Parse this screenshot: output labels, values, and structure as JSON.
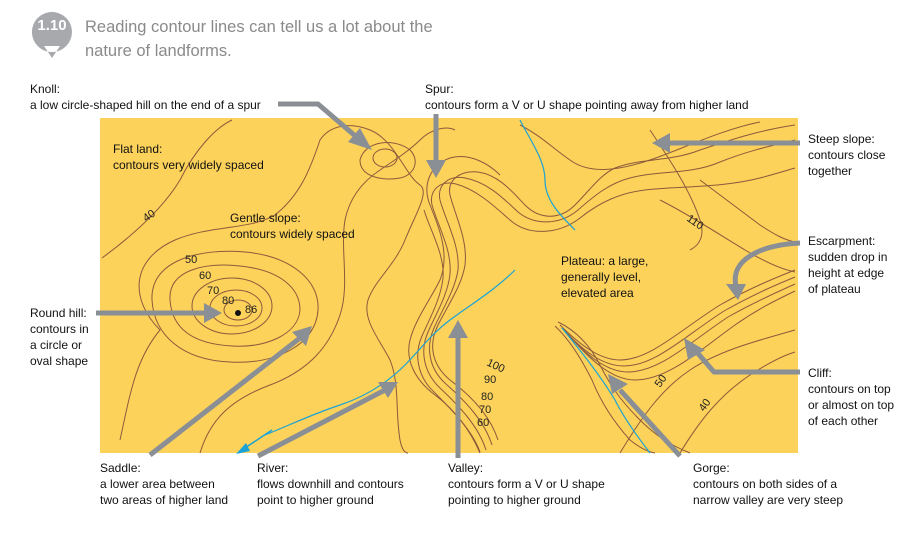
{
  "figure": {
    "number": "1.10",
    "caption_line1": "Reading contour lines can tell us a lot about the",
    "caption_line2": "nature of landforms."
  },
  "colors": {
    "map_fill": "#fcd25a",
    "contour": "#8c5a3c",
    "river": "#1aa3d6",
    "arrow": "#8a8f96",
    "badge": "#a7a9ac"
  },
  "contour_labels": [
    "40",
    "50",
    "60",
    "70",
    "80",
    "86",
    "110",
    "100",
    "90",
    "80",
    "70",
    "60",
    "50",
    "40"
  ],
  "labels": {
    "knoll": {
      "title": "Knoll:",
      "desc": "a low circle-shaped hill on the end of a spur"
    },
    "spur": {
      "title": "Spur:",
      "desc": "contours form a V or U shape pointing away from higher land"
    },
    "steep_slope": {
      "title": "Steep slope:",
      "line2": "contours close",
      "line3": "together"
    },
    "flat_land": {
      "title": "Flat land:",
      "desc": "contours very widely spaced"
    },
    "gentle_slope": {
      "title": "Gentle slope:",
      "desc": "contours widely spaced"
    },
    "plateau": {
      "line1": "Plateau: a large,",
      "line2": "generally level,",
      "line3": "elevated area"
    },
    "escarpment": {
      "title": "Escarpment:",
      "line2": "sudden drop in",
      "line3": "height at edge",
      "line4": "of plateau"
    },
    "round_hill": {
      "title": "Round hill:",
      "line2": "contours in",
      "line3": "a circle or",
      "line4": "oval shape"
    },
    "cliff": {
      "title": "Cliff:",
      "line2": "contours on top",
      "line3": "or almost on top",
      "line4": "of each other"
    },
    "saddle": {
      "title": "Saddle:",
      "line2": "a lower area between",
      "line3": "two areas of higher land"
    },
    "river": {
      "title": "River:",
      "line2": "flows downhill and contours",
      "line3": "point to higher ground"
    },
    "valley": {
      "title": "Valley:",
      "line2": "contours form a V or U shape",
      "line3": "pointing to higher ground"
    },
    "gorge": {
      "title": "Gorge:",
      "line2": "contours on both sides of a",
      "line3": "narrow valley are very steep"
    }
  }
}
